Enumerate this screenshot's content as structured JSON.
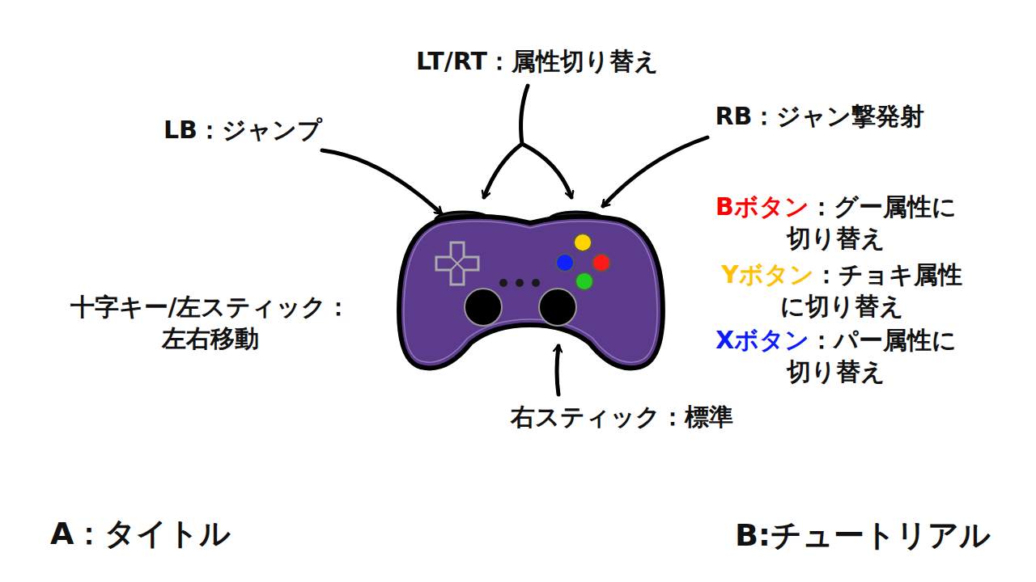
{
  "diagram": {
    "labels": [
      "LT/RT：属性切り替え",
      "LB：ジャンプ",
      "RB：ジャン撃発射",
      "Bボタン",
      "：グー属性に 切り替え",
      "Yボタン",
      "：チョキ属性 に切り替え",
      "Xボタン",
      "：パー属性に 切り替え",
      "十字キー/左スティック： 左右移動",
      "右スティック：標準",
      "A：タイトル",
      "B:チュートリアル"
    ]
  }
}
